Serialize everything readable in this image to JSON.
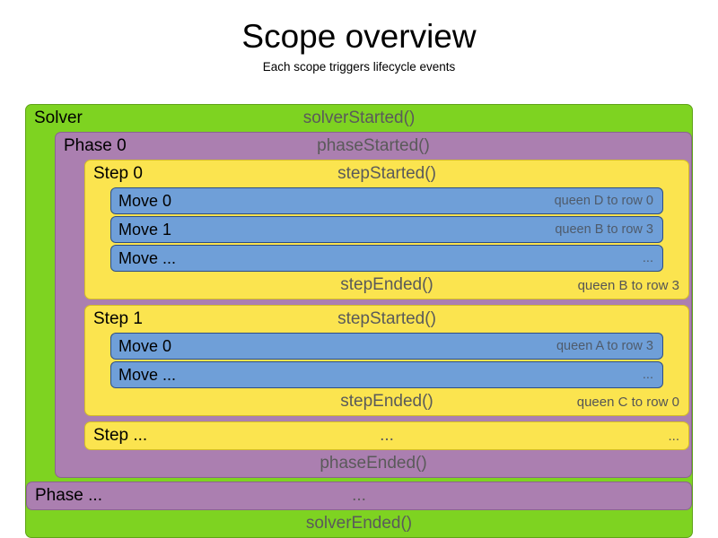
{
  "header": {
    "title": "Scope overview",
    "subtitle": "Each scope triggers lifecycle events"
  },
  "colors": {
    "solver": "#7ed321",
    "phase": "#ab7fb0",
    "step": "#fbe44f",
    "move": "#6f9fd8",
    "event_text": "#5a5a5a",
    "name_text": "#000000",
    "background": "#ffffff"
  },
  "solver": {
    "name": "Solver",
    "started_event": "solverStarted()",
    "ended_event": "solverEnded()",
    "phases": [
      {
        "name": "Phase 0",
        "started_event": "phaseStarted()",
        "ended_event": "phaseEnded()",
        "steps": [
          {
            "name": "Step 0",
            "started_event": "stepStarted()",
            "ended_event": "stepEnded()",
            "ended_detail": "queen B to row 3",
            "moves": [
              {
                "name": "Move 0",
                "detail": "queen D to row 0"
              },
              {
                "name": "Move 1",
                "detail": "queen B to row 3"
              },
              {
                "name": "Move ...",
                "detail": "..."
              }
            ]
          },
          {
            "name": "Step 1",
            "started_event": "stepStarted()",
            "ended_event": "stepEnded()",
            "ended_detail": "queen C to row 0",
            "moves": [
              {
                "name": "Move 0",
                "detail": "queen A to row 3"
              },
              {
                "name": "Move ...",
                "detail": "..."
              }
            ]
          }
        ],
        "step_ellipsis": {
          "name": "Step ...",
          "started_event": "...",
          "detail": "..."
        }
      }
    ],
    "phase_ellipsis": {
      "name": "Phase ...",
      "started_event": "...",
      "detail": ""
    }
  }
}
